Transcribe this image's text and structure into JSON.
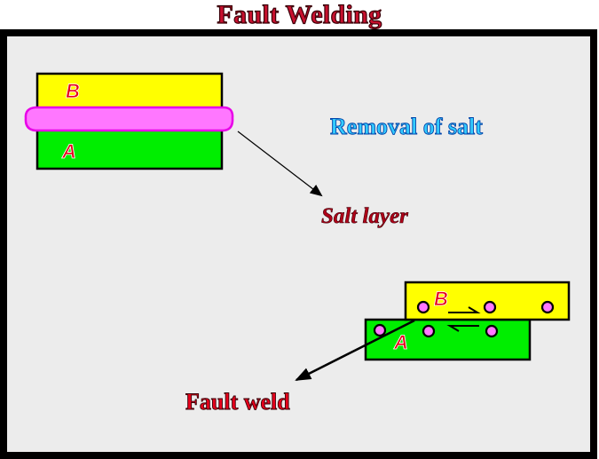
{
  "title": "Fault Welding",
  "labels": {
    "removal": "Removal of salt",
    "salt_layer": "Salt layer",
    "fault_weld": "Fault weld",
    "block_a": "A",
    "block_b": "B"
  },
  "colors": {
    "title": "#c8102e",
    "panel_bg": "#ececec",
    "block_b": "#ffff00",
    "block_a": "#00ee00",
    "salt": "#ff77ff",
    "removal_text": "#33ccff",
    "red_label": "#e8001c",
    "dark_red_label": "#b00018"
  }
}
